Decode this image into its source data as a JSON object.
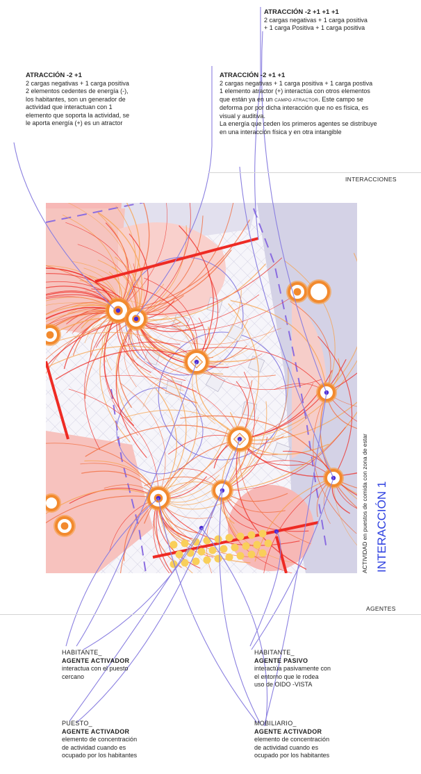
{
  "notes": {
    "top_right": {
      "title": "ATRACCIÓN -2 +1 +1 +1",
      "lines": [
        "2 cargas negativas + 1 carga positiva",
        "+ 1 carga Positiva + 1 carga positiva"
      ]
    },
    "left": {
      "title": "ATRACCIÓN -2 +1",
      "lines": [
        "2 cargas negativas + 1 carga positiva",
        "2 elementos cedentes de energía (-),",
        "los habitantes, son un generador de",
        "actividad que interactuan con 1",
        "elemento que soporta la actividad, se",
        "le aporta energía (+) es un atractor"
      ]
    },
    "middle": {
      "title": "ATRACCIÓN -2 +1 +1",
      "line1": "2 cargas negativas + 1 carga positiva + 1 carga postiva",
      "line2": "1 elemento atractor (+) interactúa con otros elementos",
      "line3_pre": "que están ya en un",
      "line3_caps": "CAMPO ATRACTOR",
      "line3_post": ". Este campo se",
      "line4": "deforma por por dicha interacción que no es física, es",
      "line5": "visual y auditiva.",
      "line6": "La energía que ceden los primeros agentes se distribuye",
      "line7": "en una interacción física y en otra intangible"
    }
  },
  "sections": {
    "interacciones": "INTERACCIONES",
    "agentes": "AGENTES"
  },
  "side": {
    "caption": "ACTIVIDAD en puestos de comida con zona de estar",
    "title": "INTERACCIÓN 1"
  },
  "agents": [
    {
      "type": "HABITANTE_",
      "role": "AGENTE ACTIVADOR",
      "lines": [
        "interactua con el puesto",
        "cercano"
      ]
    },
    {
      "type": "HABITANTE_",
      "role": "AGENTE PASIVO",
      "lines": [
        "interactúa pasivamente con",
        "el entorno que le rodea",
        "uso de OIDO -VISTA"
      ]
    },
    {
      "type": "PUESTO_",
      "role": "AGENTE ACTIVADOR",
      "lines": [
        "elemento de concentración",
        "de actividad cuando es",
        "ocupado por los habitantes"
      ]
    },
    {
      "type": "MOBILIARIO_",
      "role": "AGENTE ACTIVADOR",
      "lines": [
        "elemento de concentración",
        "de actividad cuando es",
        "ocupado por los habitantes"
      ]
    }
  ],
  "colors": {
    "leader": "#8a7fe0",
    "field_red": "#ee2b24",
    "orange": "#f7a04a",
    "dot": "#4b2bd6",
    "pink": "#f7b8b6",
    "lavender": "#d4d2e6",
    "accent_blue": "#2c3fe0"
  }
}
